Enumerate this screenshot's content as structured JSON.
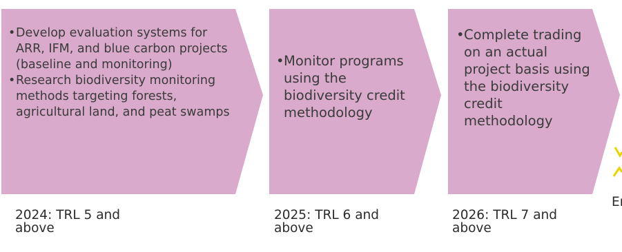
{
  "colors": {
    "arrow_fill": "#D9AACB",
    "star": "#E8D200"
  },
  "stages": [
    {
      "bullets": [
        "Develop evaluation systems for ARR, IFM, and blue carbon projects (baseline and monitoring)",
        "Research biodiversity monitoring methods targeting forests, agricultural land, and peat swamps"
      ],
      "label": "2024: TRL 5 and above"
    },
    {
      "bullets": [
        "Monitor programs using the biodiversity credit methodology"
      ],
      "label": "2025: TRL 6 and above"
    },
    {
      "bullets": [
        "Complete trading on an actual project basis using the biodiversity credit methodology"
      ],
      "label": "2026: TRL 7 and above"
    }
  ],
  "cutoff_label": "Er",
  "cutoff_icon": "star-icon"
}
